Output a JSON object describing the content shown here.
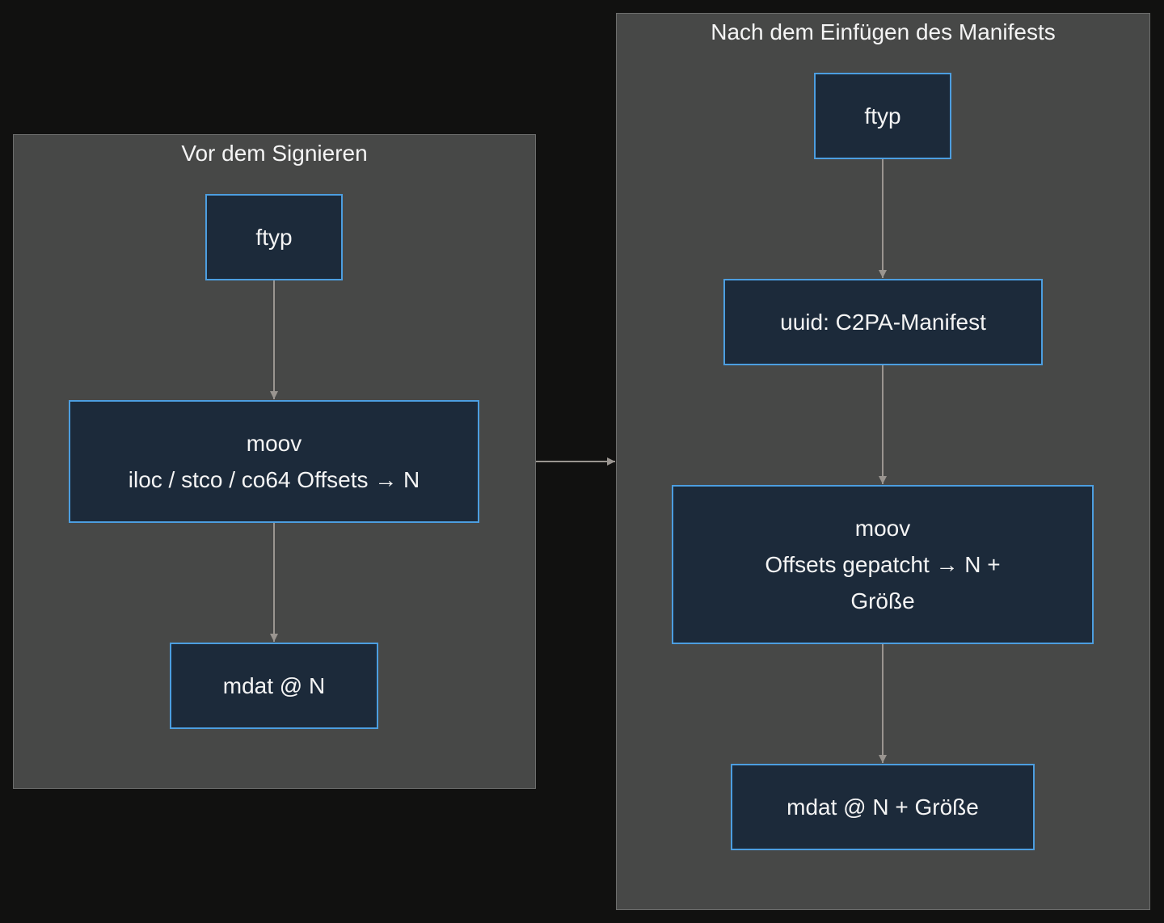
{
  "clusters": {
    "before": {
      "title": "Vor dem Signieren",
      "nodes": {
        "ftyp": "ftyp",
        "moov_line1": "moov",
        "moov_line2": "iloc / stco / co64 Offsets → N",
        "mdat": "mdat @ N"
      }
    },
    "after": {
      "title": "Nach dem Einfügen des Manifests",
      "nodes": {
        "ftyp": "ftyp",
        "uuid": "uuid: C2PA-Manifest",
        "moov_line1": "moov",
        "moov_line2": "Offsets gepatcht → N +",
        "moov_line3": "Größe",
        "mdat": "mdat @ N + Größe"
      }
    }
  },
  "colors": {
    "background": "#111110",
    "cluster_fill": "#474847",
    "cluster_border": "#6d6e6d",
    "node_fill": "#1c2a3a",
    "node_border": "#4c9ee0",
    "edge": "#9a9590",
    "text": "#f4f4f4"
  }
}
